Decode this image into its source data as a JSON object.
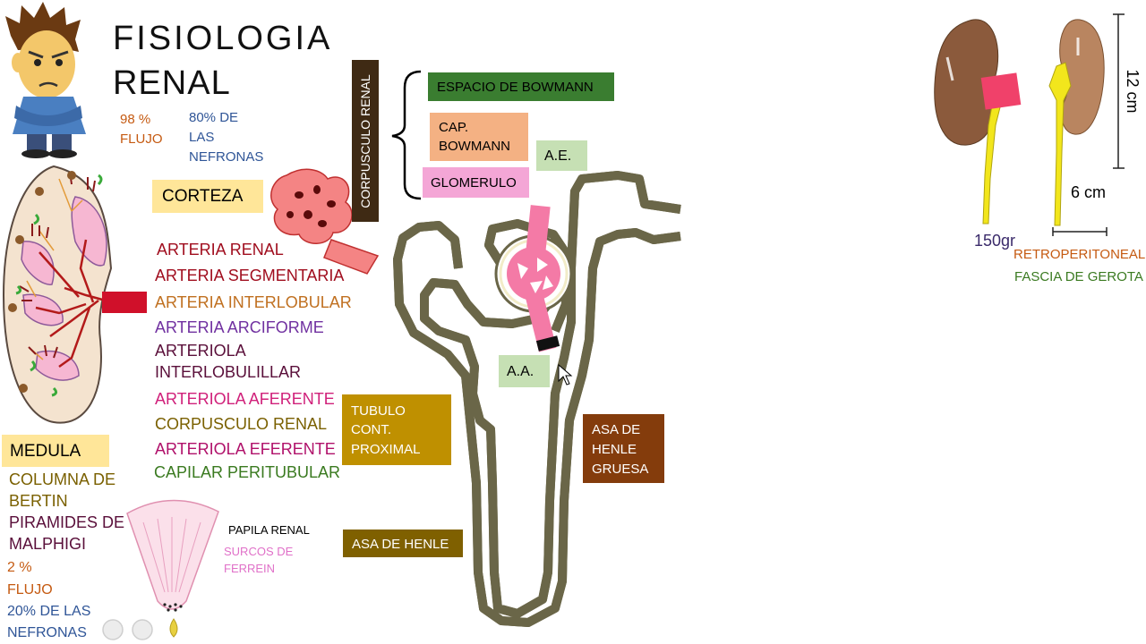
{
  "title": {
    "line1": "FISIOLOGIA",
    "line2": "RENAL"
  },
  "flow": {
    "percent": "98 %",
    "label": "FLUJO"
  },
  "nephrons": {
    "l1": "80% DE",
    "l2": "LAS",
    "l3": "NEFRONAS"
  },
  "corteza": "CORTEZA",
  "arteries": [
    {
      "text": "ARTERIA RENAL",
      "color": "#a00d1e"
    },
    {
      "text": "ARTERIA SEGMENTARIA",
      "color": "#a00d1e"
    },
    {
      "text": "ARTERIA INTERLOBULAR",
      "color": "#c07020"
    },
    {
      "text": "ARTERIA ARCIFORME",
      "color": "#7030a0"
    },
    {
      "text": "ARTERIOLA",
      "color": "#5a0f3a"
    },
    {
      "text": "INTERLOBULILLAR",
      "color": "#5a0f3a"
    },
    {
      "text": "ARTERIOLA AFERENTE",
      "color": "#d0207a"
    },
    {
      "text": "CORPUSCULO RENAL",
      "color": "#7a6000"
    },
    {
      "text": "ARTERIOLA EFERENTE",
      "color": "#b0106a"
    },
    {
      "text": "CAPILAR PERITUBULAR",
      "color": "#3a7a20"
    }
  ],
  "medula": {
    "label": "MEDULA",
    "columna1": "COLUMNA DE",
    "columna2": "BERTIN",
    "piramides1": "PIRAMIDES DE",
    "piramides2": "MALPHIGI",
    "percent": "2 %",
    "flujo": "FLUJO",
    "nef1": "20% DE LAS",
    "nef2": "NEFRONAS"
  },
  "papila": {
    "label": "PAPILA RENAL",
    "surcos1": "SURCOS DE",
    "surcos2": "FERREIN"
  },
  "corpusculo_label": "CORPUSCULO RENAL",
  "corpusculo_parts": {
    "espacio": "ESPACIO DE BOWMANN",
    "cap1": "CAP.",
    "cap2": "BOWMANN",
    "glomerulo": "GLOMERULO"
  },
  "vessels": {
    "ae": "A.E.",
    "aa": "A.A."
  },
  "tubulo": {
    "l1": "TUBULO",
    "l2": "CONT.",
    "l3": "PROXIMAL"
  },
  "asa_henle": "ASA DE HENLE",
  "asa_gruesa": {
    "l1": "ASA DE",
    "l2": "HENLE",
    "l3": "GRUESA"
  },
  "kidney_stats": {
    "height": "12 cm",
    "width": "6 cm",
    "weight": "150gr",
    "retro": "RETROPERITONEAL",
    "fascia": "FASCIA DE GEROTA"
  },
  "colors": {
    "espacio_bg": "#3a7d30",
    "cap_bg": "#f4b183",
    "glomerulo_bg": "#f4a6d6",
    "vessel_bg": "#c6e0b4",
    "corteza_bg": "#ffe699",
    "tubulo_bg": "#bf9000",
    "asa_bg": "#7f6000",
    "gruesa_bg": "#843c0c",
    "corpusculo_bg": "#3f2a14"
  }
}
